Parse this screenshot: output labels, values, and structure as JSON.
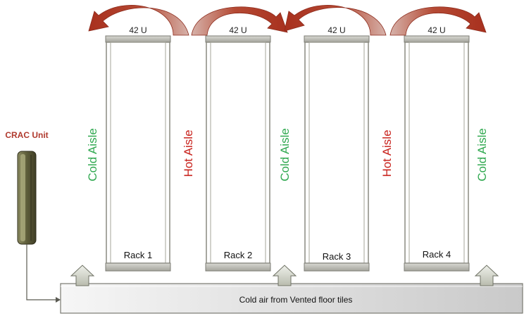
{
  "diagram": {
    "crac_label": "CRAC Unit",
    "floor_label": "Cold air from Vented floor tiles",
    "racks": [
      {
        "label": "Rack 1",
        "capacity": "42 U"
      },
      {
        "label": "Rack 2",
        "capacity": "42 U"
      },
      {
        "label": "Rack 3",
        "capacity": "42 U"
      },
      {
        "label": "Rack 4",
        "capacity": "42 U"
      }
    ],
    "aisles": [
      {
        "label": "Cold Aisle",
        "type": "cold"
      },
      {
        "label": "Hot Aisle",
        "type": "hot"
      },
      {
        "label": "Cold Aisle",
        "type": "cold"
      },
      {
        "label": "Hot Aisle",
        "type": "hot"
      },
      {
        "label": "Cold Aisle",
        "type": "cold"
      }
    ],
    "colors": {
      "cold": "#2fa84f",
      "hot": "#c8221c",
      "crac_label": "#b03a2e",
      "arrow_dark": "#a8301e",
      "arrow_light": "#c9a39b",
      "rack_frame": "#8a8a80",
      "crac_body": "#6b6a48",
      "floor_fill": "#e4e4e4"
    }
  }
}
